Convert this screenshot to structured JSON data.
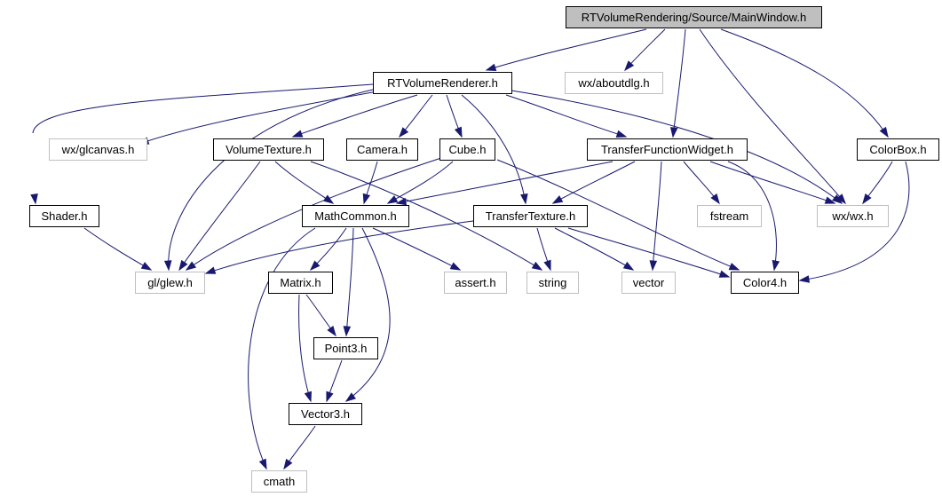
{
  "diagram": {
    "type": "include-dependency-graph",
    "colors": {
      "edge": "#191970",
      "root_fill": "#bfbfbf",
      "node_fill": "#ffffff",
      "documented_border": "#000000",
      "external_border": "#bfbfbf"
    },
    "nodes": [
      {
        "id": "mainwindow",
        "label": "RTVolumeRendering/Source/MainWindow.h",
        "kind": "root"
      },
      {
        "id": "rtvr",
        "label": "RTVolumeRenderer.h",
        "kind": "documented"
      },
      {
        "id": "aboutdlg",
        "label": "wx/aboutdlg.h",
        "kind": "external"
      },
      {
        "id": "glcanvas",
        "label": "wx/glcanvas.h",
        "kind": "external"
      },
      {
        "id": "volumetexture",
        "label": "VolumeTexture.h",
        "kind": "documented"
      },
      {
        "id": "camera",
        "label": "Camera.h",
        "kind": "documented"
      },
      {
        "id": "cube",
        "label": "Cube.h",
        "kind": "documented"
      },
      {
        "id": "tfwidget",
        "label": "TransferFunctionWidget.h",
        "kind": "documented"
      },
      {
        "id": "colorbox",
        "label": "ColorBox.h",
        "kind": "documented"
      },
      {
        "id": "shader",
        "label": "Shader.h",
        "kind": "documented"
      },
      {
        "id": "mathcommon",
        "label": "MathCommon.h",
        "kind": "documented"
      },
      {
        "id": "transfertexture",
        "label": "TransferTexture.h",
        "kind": "documented"
      },
      {
        "id": "fstream",
        "label": "fstream",
        "kind": "external"
      },
      {
        "id": "wx",
        "label": "wx/wx.h",
        "kind": "external"
      },
      {
        "id": "glew",
        "label": "gl/glew.h",
        "kind": "external"
      },
      {
        "id": "matrix",
        "label": "Matrix.h",
        "kind": "documented"
      },
      {
        "id": "assert",
        "label": "assert.h",
        "kind": "external"
      },
      {
        "id": "string",
        "label": "string",
        "kind": "external"
      },
      {
        "id": "vector",
        "label": "vector",
        "kind": "external"
      },
      {
        "id": "color4",
        "label": "Color4.h",
        "kind": "documented"
      },
      {
        "id": "point3",
        "label": "Point3.h",
        "kind": "documented"
      },
      {
        "id": "vector3",
        "label": "Vector3.h",
        "kind": "documented"
      },
      {
        "id": "cmath",
        "label": "cmath",
        "kind": "external"
      }
    ],
    "edges": [
      {
        "from": "mainwindow",
        "to": "rtvr"
      },
      {
        "from": "mainwindow",
        "to": "aboutdlg"
      },
      {
        "from": "mainwindow",
        "to": "tfwidget"
      },
      {
        "from": "mainwindow",
        "to": "wx"
      },
      {
        "from": "mainwindow",
        "to": "colorbox"
      },
      {
        "from": "rtvr",
        "to": "shader"
      },
      {
        "from": "rtvr",
        "to": "glcanvas"
      },
      {
        "from": "rtvr",
        "to": "glew"
      },
      {
        "from": "rtvr",
        "to": "volumetexture"
      },
      {
        "from": "rtvr",
        "to": "camera"
      },
      {
        "from": "rtvr",
        "to": "cube"
      },
      {
        "from": "rtvr",
        "to": "transfertexture"
      },
      {
        "from": "rtvr",
        "to": "tfwidget"
      },
      {
        "from": "rtvr",
        "to": "wx"
      },
      {
        "from": "volumetexture",
        "to": "glew"
      },
      {
        "from": "volumetexture",
        "to": "mathcommon"
      },
      {
        "from": "volumetexture",
        "to": "string"
      },
      {
        "from": "camera",
        "to": "mathcommon"
      },
      {
        "from": "cube",
        "to": "glew"
      },
      {
        "from": "cube",
        "to": "mathcommon"
      },
      {
        "from": "cube",
        "to": "color4"
      },
      {
        "from": "tfwidget",
        "to": "mathcommon"
      },
      {
        "from": "tfwidget",
        "to": "transfertexture"
      },
      {
        "from": "tfwidget",
        "to": "vector"
      },
      {
        "from": "tfwidget",
        "to": "fstream"
      },
      {
        "from": "tfwidget",
        "to": "wx"
      },
      {
        "from": "tfwidget",
        "to": "color4"
      },
      {
        "from": "colorbox",
        "to": "wx"
      },
      {
        "from": "colorbox",
        "to": "color4"
      },
      {
        "from": "shader",
        "to": "glew"
      },
      {
        "from": "mathcommon",
        "to": "matrix"
      },
      {
        "from": "mathcommon",
        "to": "point3"
      },
      {
        "from": "mathcommon",
        "to": "vector3"
      },
      {
        "from": "mathcommon",
        "to": "assert"
      },
      {
        "from": "mathcommon",
        "to": "cmath"
      },
      {
        "from": "transfertexture",
        "to": "glew"
      },
      {
        "from": "transfertexture",
        "to": "string"
      },
      {
        "from": "transfertexture",
        "to": "vector"
      },
      {
        "from": "transfertexture",
        "to": "color4"
      },
      {
        "from": "matrix",
        "to": "point3"
      },
      {
        "from": "matrix",
        "to": "vector3"
      },
      {
        "from": "point3",
        "to": "vector3"
      },
      {
        "from": "vector3",
        "to": "cmath"
      }
    ]
  }
}
